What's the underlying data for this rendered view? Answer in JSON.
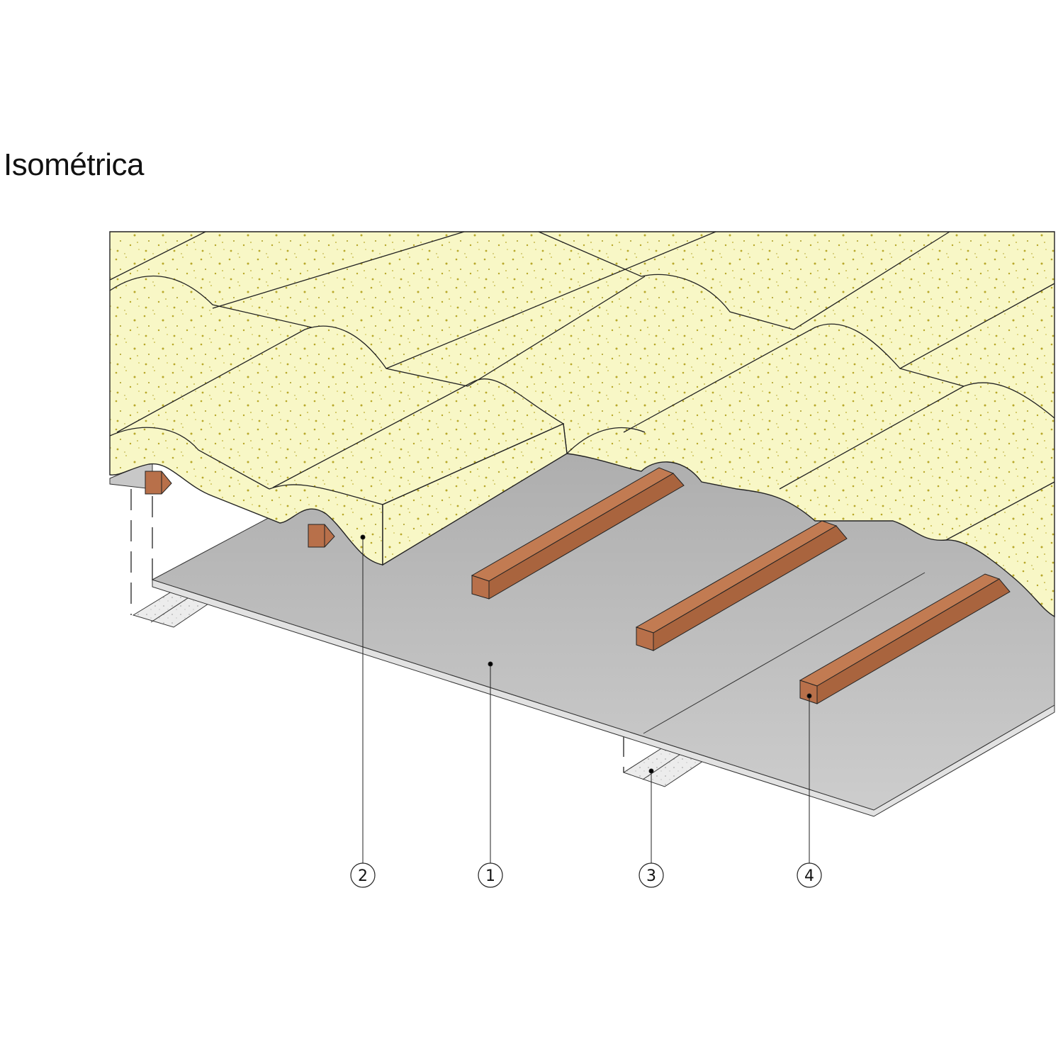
{
  "title": "Isométrica",
  "colors": {
    "tile": "#f8f7c6",
    "tile_speckle": "#b8a82a",
    "board": "#c4c4c4",
    "board_edge": "#e2e2e2",
    "batten": "#b8704a",
    "batten_dark": "#8f5234",
    "outline": "#222222"
  },
  "callouts": [
    {
      "id": "2",
      "label": "2",
      "part": "tiles"
    },
    {
      "id": "1",
      "label": "1",
      "part": "board"
    },
    {
      "id": "3",
      "label": "3",
      "part": "purlin-profile"
    },
    {
      "id": "4",
      "label": "4",
      "part": "batten"
    }
  ]
}
